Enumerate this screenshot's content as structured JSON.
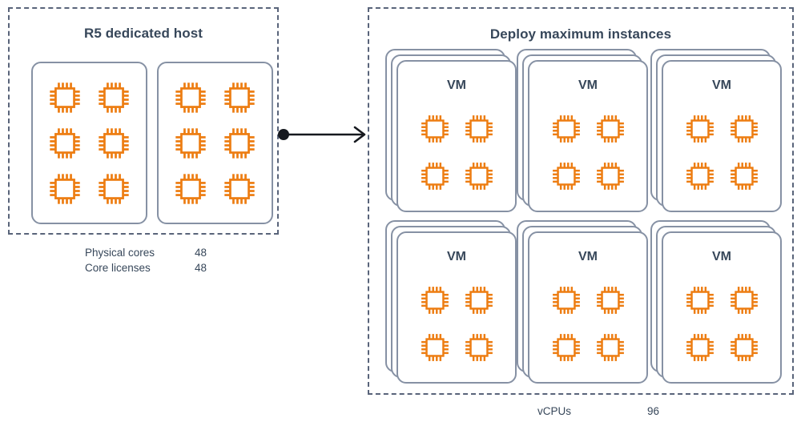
{
  "diagram": {
    "type": "architecture-diagram",
    "accent_color": "#ED7D12",
    "outline_color": "#8691A4",
    "text_color": "#37475A",
    "dashed_color": "#59647A"
  },
  "host_group": {
    "title": "R5 dedicated host",
    "sockets": [
      {
        "name": "socket-0",
        "cpu_count": 6
      },
      {
        "name": "socket-1",
        "cpu_count": 6
      }
    ],
    "readout": [
      {
        "key": "Physical cores",
        "value": "48"
      },
      {
        "key": "Core licenses",
        "value": "48"
      }
    ]
  },
  "connector": {
    "name": "flow-arrow",
    "from": "R5 dedicated host",
    "to": "Deploy maximum instances"
  },
  "deploy_group": {
    "title": "Deploy maximum instances",
    "vm_stacks": [
      {
        "label": "VM",
        "cpu_count": 4,
        "stack_depth": 3
      },
      {
        "label": "VM",
        "cpu_count": 4,
        "stack_depth": 3
      },
      {
        "label": "VM",
        "cpu_count": 4,
        "stack_depth": 3
      },
      {
        "label": "VM",
        "cpu_count": 4,
        "stack_depth": 3
      },
      {
        "label": "VM",
        "cpu_count": 4,
        "stack_depth": 3
      },
      {
        "label": "VM",
        "cpu_count": 4,
        "stack_depth": 3
      }
    ],
    "readout": [
      {
        "key": "vCPUs",
        "value": "96"
      }
    ]
  },
  "icons": {
    "cpu": "cpu-chip-icon"
  }
}
